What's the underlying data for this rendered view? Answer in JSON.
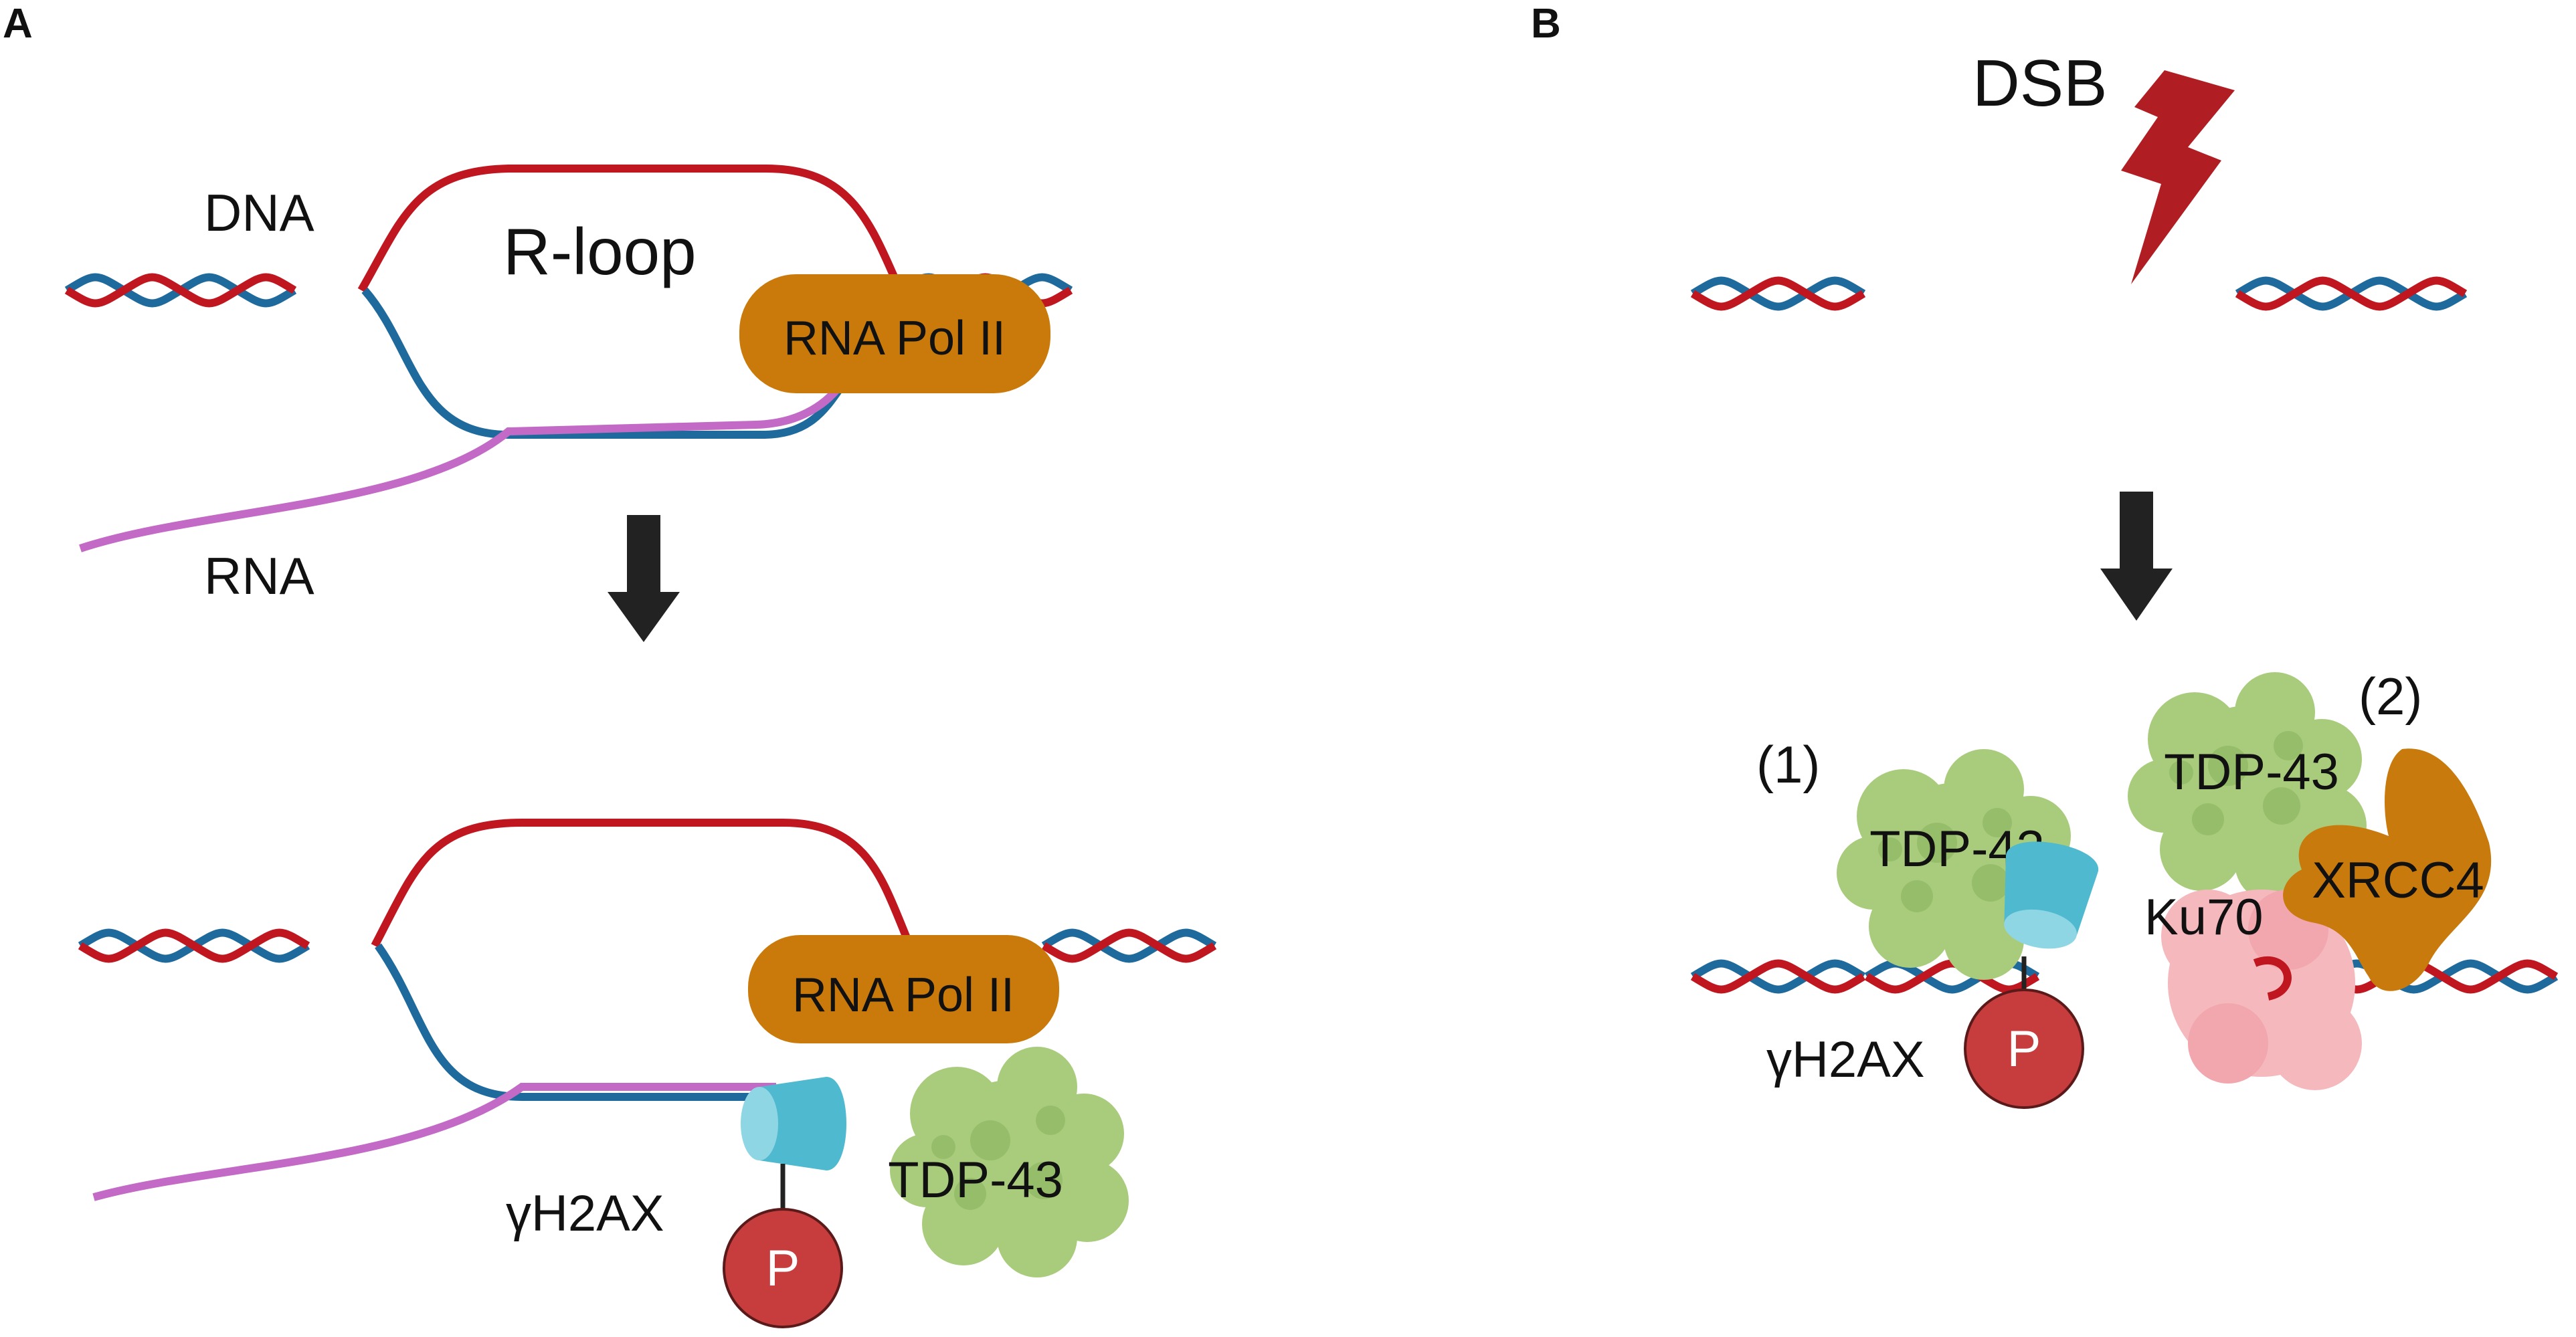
{
  "panels": {
    "a": {
      "letter": "A",
      "top": {
        "dna_label": "DNA",
        "rloop_label": "R-loop",
        "pol_label": "RNA Pol II",
        "rna_label": "RNA"
      },
      "bottom": {
        "pol_label": "RNA Pol II",
        "h2ax_label": "γH2AX",
        "tdp_label": "TDP-43",
        "p_label": "P"
      }
    },
    "b": {
      "letter": "B",
      "top": {
        "dsb_label": "DSB"
      },
      "bottom": {
        "group1_label": "(1)",
        "group2_label": "(2)",
        "tdp1_label": "TDP-43",
        "tdp2_label": "TDP-43",
        "xrcc4_label": "XRCC4",
        "ku70_label": "Ku70",
        "h2ax_label": "γH2AX",
        "p_label": "P"
      }
    }
  },
  "colors": {
    "dna_strand_red": "#c0161f",
    "dna_strand_blue": "#1f6a9c",
    "rna": "#c36ac6",
    "pol_ii": "#c97a0a",
    "tdp43": "#a9cc7c",
    "h2ax": "#4fb9cf",
    "phosphate": "#c73d3d",
    "ku70": "#f4b8bd",
    "xrcc4": "#c87a0c",
    "lightning": "#b01e23",
    "arrow": "#222222"
  },
  "icons": {
    "process_arrow": "down-arrow-icon",
    "dsb": "lightning-bolt-icon"
  }
}
